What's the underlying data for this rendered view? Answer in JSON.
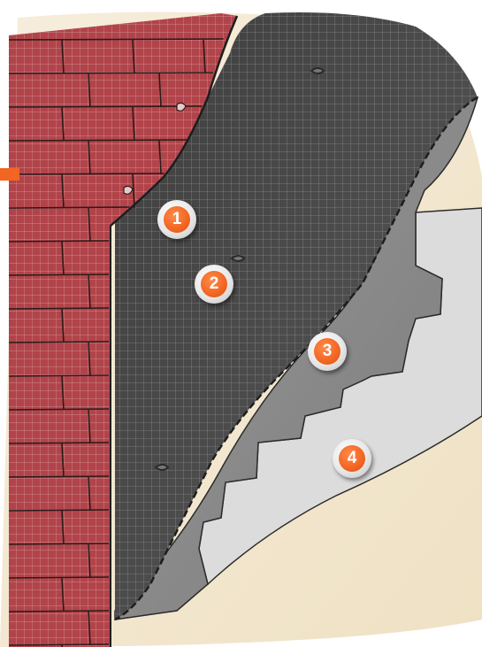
{
  "colors": {
    "brick": "#b1444a",
    "mortar": "#c98a8d",
    "mesh_layer": "#4e4e4e",
    "plaster_layer": "#8f8f8f",
    "finish_layer": "#dcdcdc",
    "base": "#f1e5cf",
    "marker": "#f26522"
  },
  "markers": [
    {
      "label": "1",
      "icon": "number-badge"
    },
    {
      "label": "2",
      "icon": "number-badge"
    },
    {
      "label": "3",
      "icon": "number-badge"
    },
    {
      "label": "4",
      "icon": "number-badge"
    }
  ]
}
